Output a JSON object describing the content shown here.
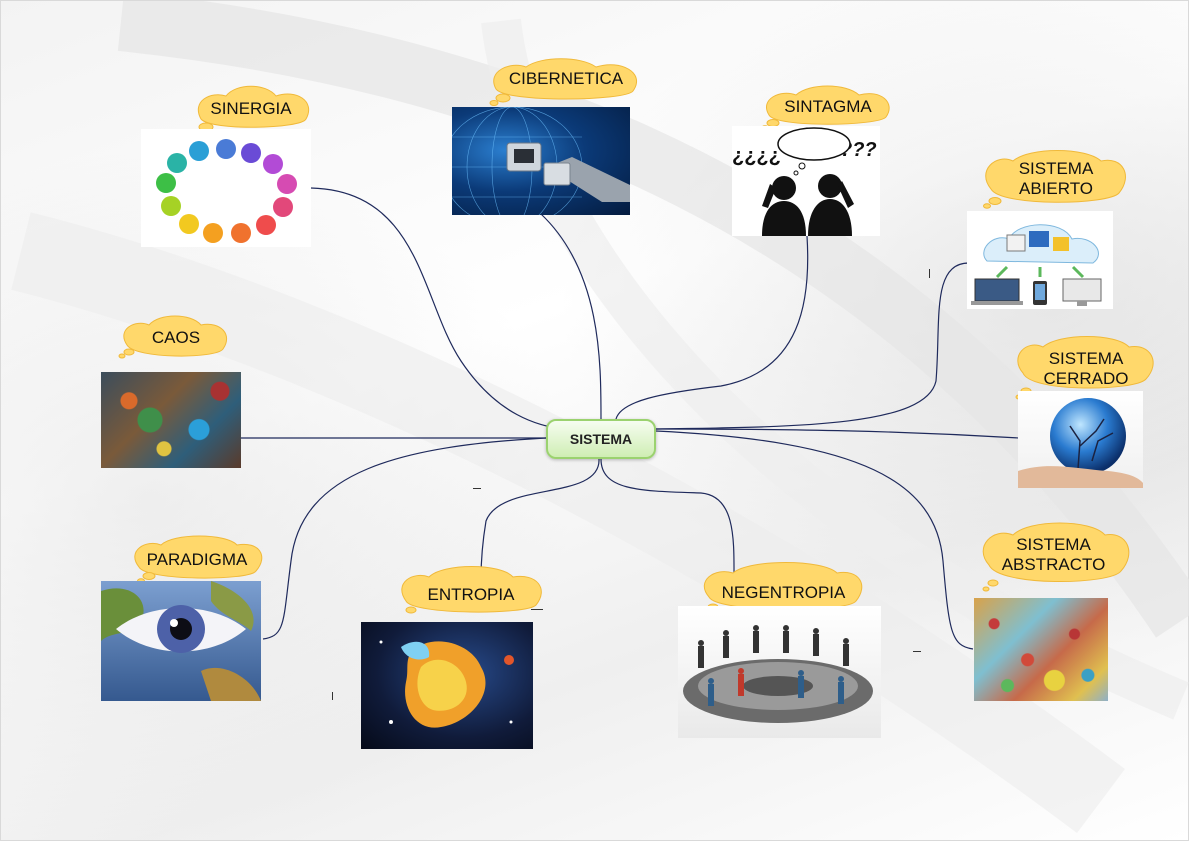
{
  "central": {
    "label": "SISTEMA"
  },
  "topics": {
    "sinergia": "SINERGIA",
    "cibernetica": "CIBERNETICA",
    "sintagma": "SINTAGMA",
    "sistema_abierto": "SISTEMA ABIERTO",
    "caos": "CAOS",
    "sistema_cerrado": "SISTEMA CERRADO",
    "paradigma": "PARADIGMA",
    "entropia": "ENTROPIA",
    "negentropia": "NEGENTROPIA",
    "sistema_abstracto": "SISTEMA ABSTRACTO"
  },
  "sintagma_image_text": {
    "left": "¿¿¿¿",
    "right": "???"
  },
  "colors": {
    "connector": "#1f2a5c",
    "cloud_fill": "#ffd86b",
    "cloud_stroke": "#f0b93a",
    "central_border": "#9bd26f"
  }
}
